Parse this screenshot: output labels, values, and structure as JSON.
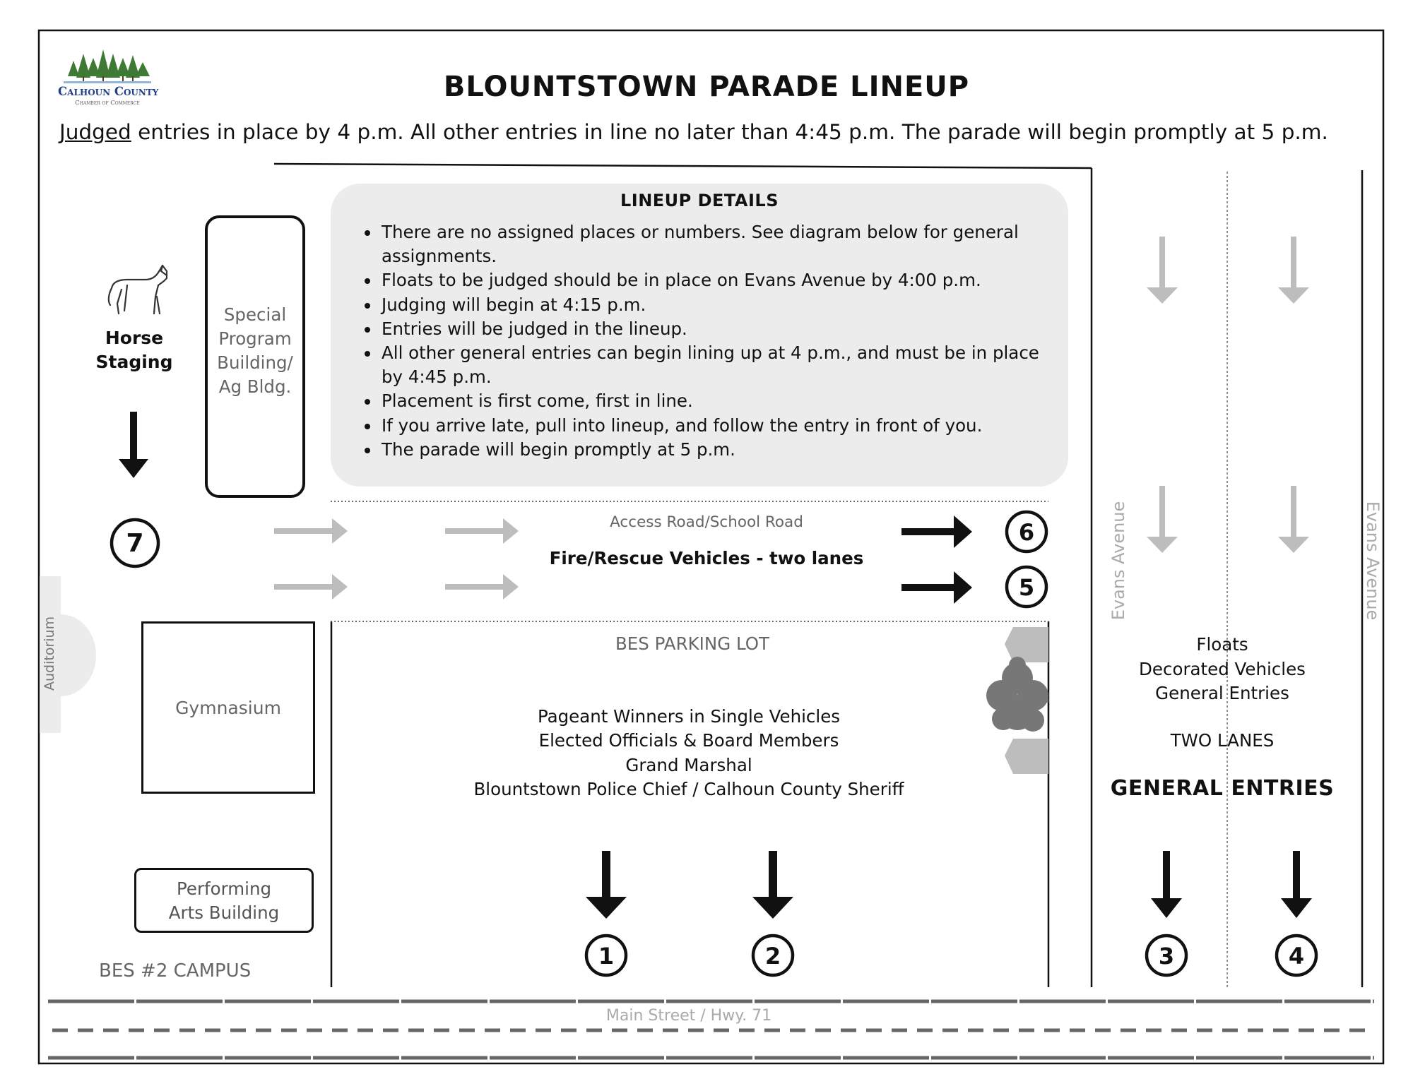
{
  "header": {
    "title": "BLOUNTSTOWN PARADE LINEUP",
    "subtitle_underlined": "Judged",
    "subtitle_rest": " entries in place by 4 p.m.  All other entries in line no later than 4:45 p.m.  The parade will begin promptly at 5 p.m."
  },
  "logo": {
    "name": "Calhoun County",
    "sub": "Chamber of Commerce",
    "colors": {
      "trees": "#3f7a35",
      "text": "#1f3f86"
    }
  },
  "details": {
    "title": "LINEUP DETAILS",
    "items": [
      "There are no assigned places or numbers.  See diagram below for general assignments.",
      "Floats to be judged should be in place on Evans Avenue by 4:00 p.m.",
      "Judging will begin at 4:15 p.m.",
      "Entries will be judged in the lineup.",
      "All other general entries can begin lining up at 4 p.m., and must be in place by 4:45 p.m.",
      "Placement is first come, first in line.",
      "If you arrive late, pull into lineup, and follow the entry in front of you.",
      "The parade will begin promptly at 5 p.m."
    ]
  },
  "left_area": {
    "horse_line1": "Horse",
    "horse_line2": "Staging",
    "spb_lines": [
      "Special",
      "Program",
      "Building/",
      "Ag Bldg."
    ],
    "auditorium": "Auditorium",
    "gymnasium": "Gymnasium",
    "pab_line1": "Performing",
    "pab_line2": "Arts Building",
    "campus": "BES #2 CAMPUS"
  },
  "access_road": {
    "name": "Access Road/School Road",
    "fire": "Fire/Rescue Vehicles - two lanes"
  },
  "parking_lot": {
    "name": "BES PARKING LOT",
    "lines": [
      "Pageant Winners in Single Vehicles",
      "Elected Officials & Board Members",
      "Grand Marshal",
      "Blountstown Police Chief / Calhoun County Sheriff"
    ]
  },
  "evans": {
    "street_left": "Evans Avenue",
    "street_right": "Evans Avenue",
    "lines": [
      "Floats",
      "Decorated Vehicles",
      "General Entries"
    ],
    "two_lanes": "TWO LANES",
    "general": "GENERAL ENTRIES"
  },
  "main_street": "Main Street / Hwy. 71",
  "positions": {
    "p1": "1",
    "p2": "2",
    "p3": "3",
    "p4": "4",
    "p5": "5",
    "p6": "6",
    "p7": "7"
  },
  "colors": {
    "box_fill": "#ececec",
    "faint_arrow": "#bdbdbd",
    "dark": "#111111",
    "road": "#666666"
  }
}
